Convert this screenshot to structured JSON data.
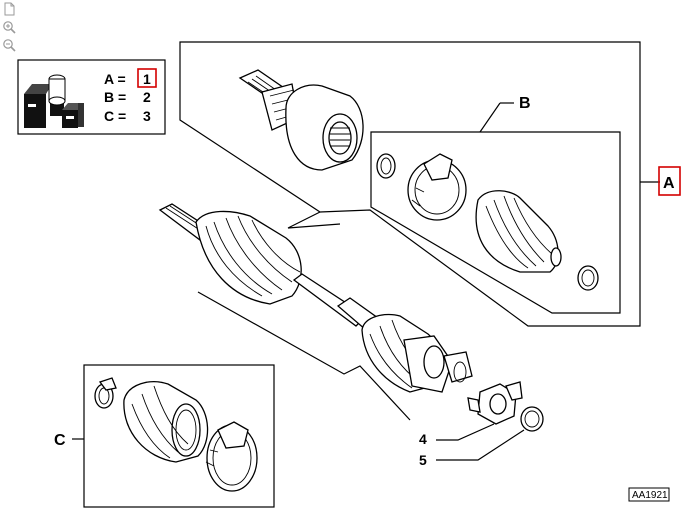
{
  "toolbar": {
    "icons": [
      "page-icon",
      "zoom-in-icon",
      "zoom-out-icon"
    ]
  },
  "legend": {
    "rows": [
      {
        "key": "A =",
        "value": "1"
      },
      {
        "key": "B =",
        "value": "2"
      },
      {
        "key": "C =",
        "value": "3"
      }
    ]
  },
  "callouts": {
    "a": "A",
    "b": "B",
    "c": "C",
    "four": "4",
    "five": "5"
  },
  "figure_code": "AA1921",
  "colors": {
    "highlight": "#d40000",
    "line": "#000000",
    "background": "#ffffff"
  }
}
